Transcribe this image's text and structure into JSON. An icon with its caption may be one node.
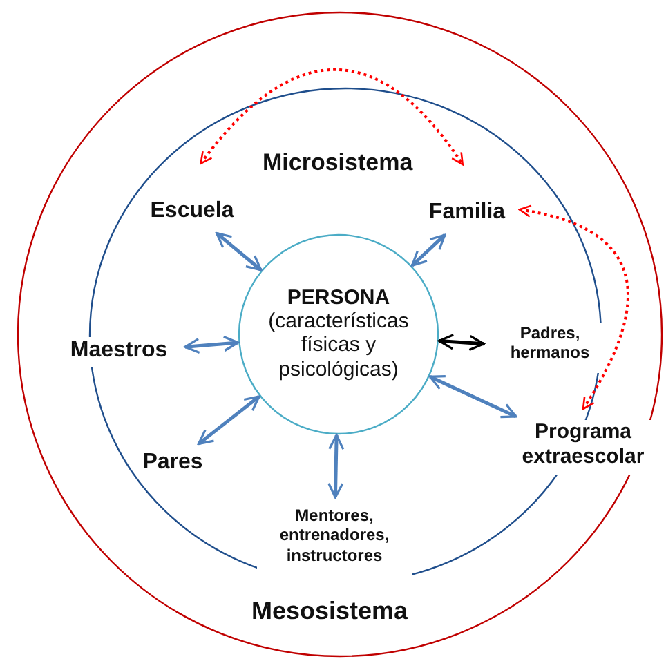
{
  "diagram": {
    "nodes": [
      {
        "text": [
          "Mesosistema"
        ]
      },
      {
        "text": [
          "Microsistema"
        ],
        "in": 0
      },
      {
        "text": [
          "PERSONA",
          "(características físicas y psicológicas)"
        ],
        "in": 1
      },
      {
        "text": [
          "Escuela"
        ],
        "in": 1
      },
      {
        "text": [
          "Familia"
        ],
        "in": 1
      },
      {
        "text": [
          "Maestros"
        ],
        "in": 1
      },
      {
        "text": [
          "Padres, hermanos"
        ],
        "in": 1
      },
      {
        "text": [
          "Pares"
        ],
        "in": 1
      },
      {
        "text": [
          "Programa extraescolar"
        ],
        "in": 0
      },
      {
        "text": [
          "Mentores, entrenadores, instructores"
        ],
        "in": 1
      }
    ],
    "edges": [
      {
        "from": 3,
        "to": 4,
        "arrow": "both",
        "style": "dashed",
        "color": "#ff0000"
      },
      {
        "from": 4,
        "to": 8,
        "arrow": "both",
        "style": "dashed",
        "color": "#ff0000"
      },
      {
        "from": 3,
        "to": 2,
        "arrow": "both"
      },
      {
        "from": 4,
        "to": 2,
        "arrow": "both"
      },
      {
        "from": 5,
        "to": 2,
        "arrow": "both"
      },
      {
        "from": 2,
        "to": 6,
        "arrow": "both",
        "color": "#000000"
      },
      {
        "from": 7,
        "to": 2,
        "arrow": "both"
      },
      {
        "from": 8,
        "to": 2,
        "arrow": "both"
      },
      {
        "from": 9,
        "to": 2,
        "arrow": "both"
      }
    ]
  }
}
